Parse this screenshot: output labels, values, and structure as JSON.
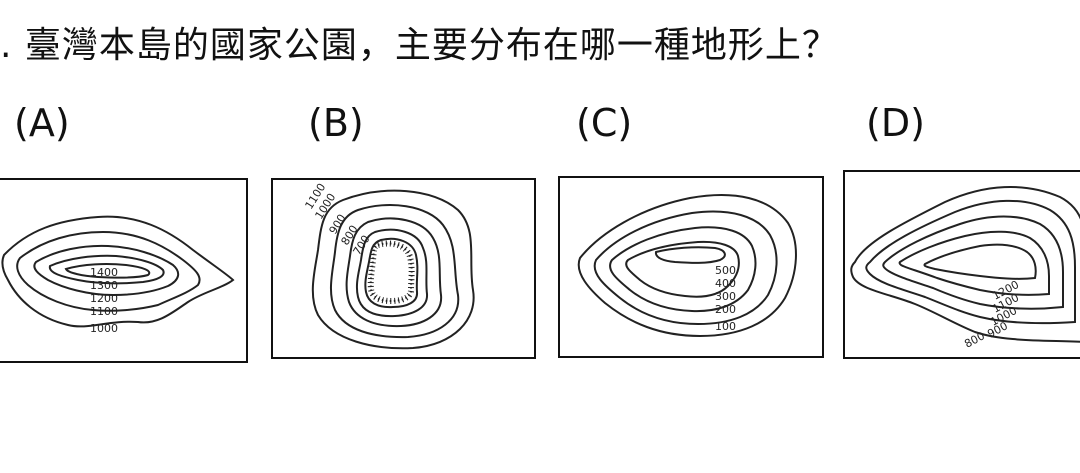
{
  "question": ". 臺灣本島的國家公園，主要分布在哪一種地形上？",
  "options": [
    {
      "label": "(A)",
      "contours": [
        "1400",
        "1300",
        "1200",
        "1100",
        "1000"
      ]
    },
    {
      "label": "(B)",
      "contours": [
        "1100",
        "1000",
        "900",
        "800",
        "700"
      ]
    },
    {
      "label": "(C)",
      "contours": [
        "500",
        "400",
        "300",
        "200",
        "100"
      ]
    },
    {
      "label": "(D)",
      "contours": [
        "1200",
        "1100",
        "1000",
        "900",
        "800"
      ]
    }
  ]
}
